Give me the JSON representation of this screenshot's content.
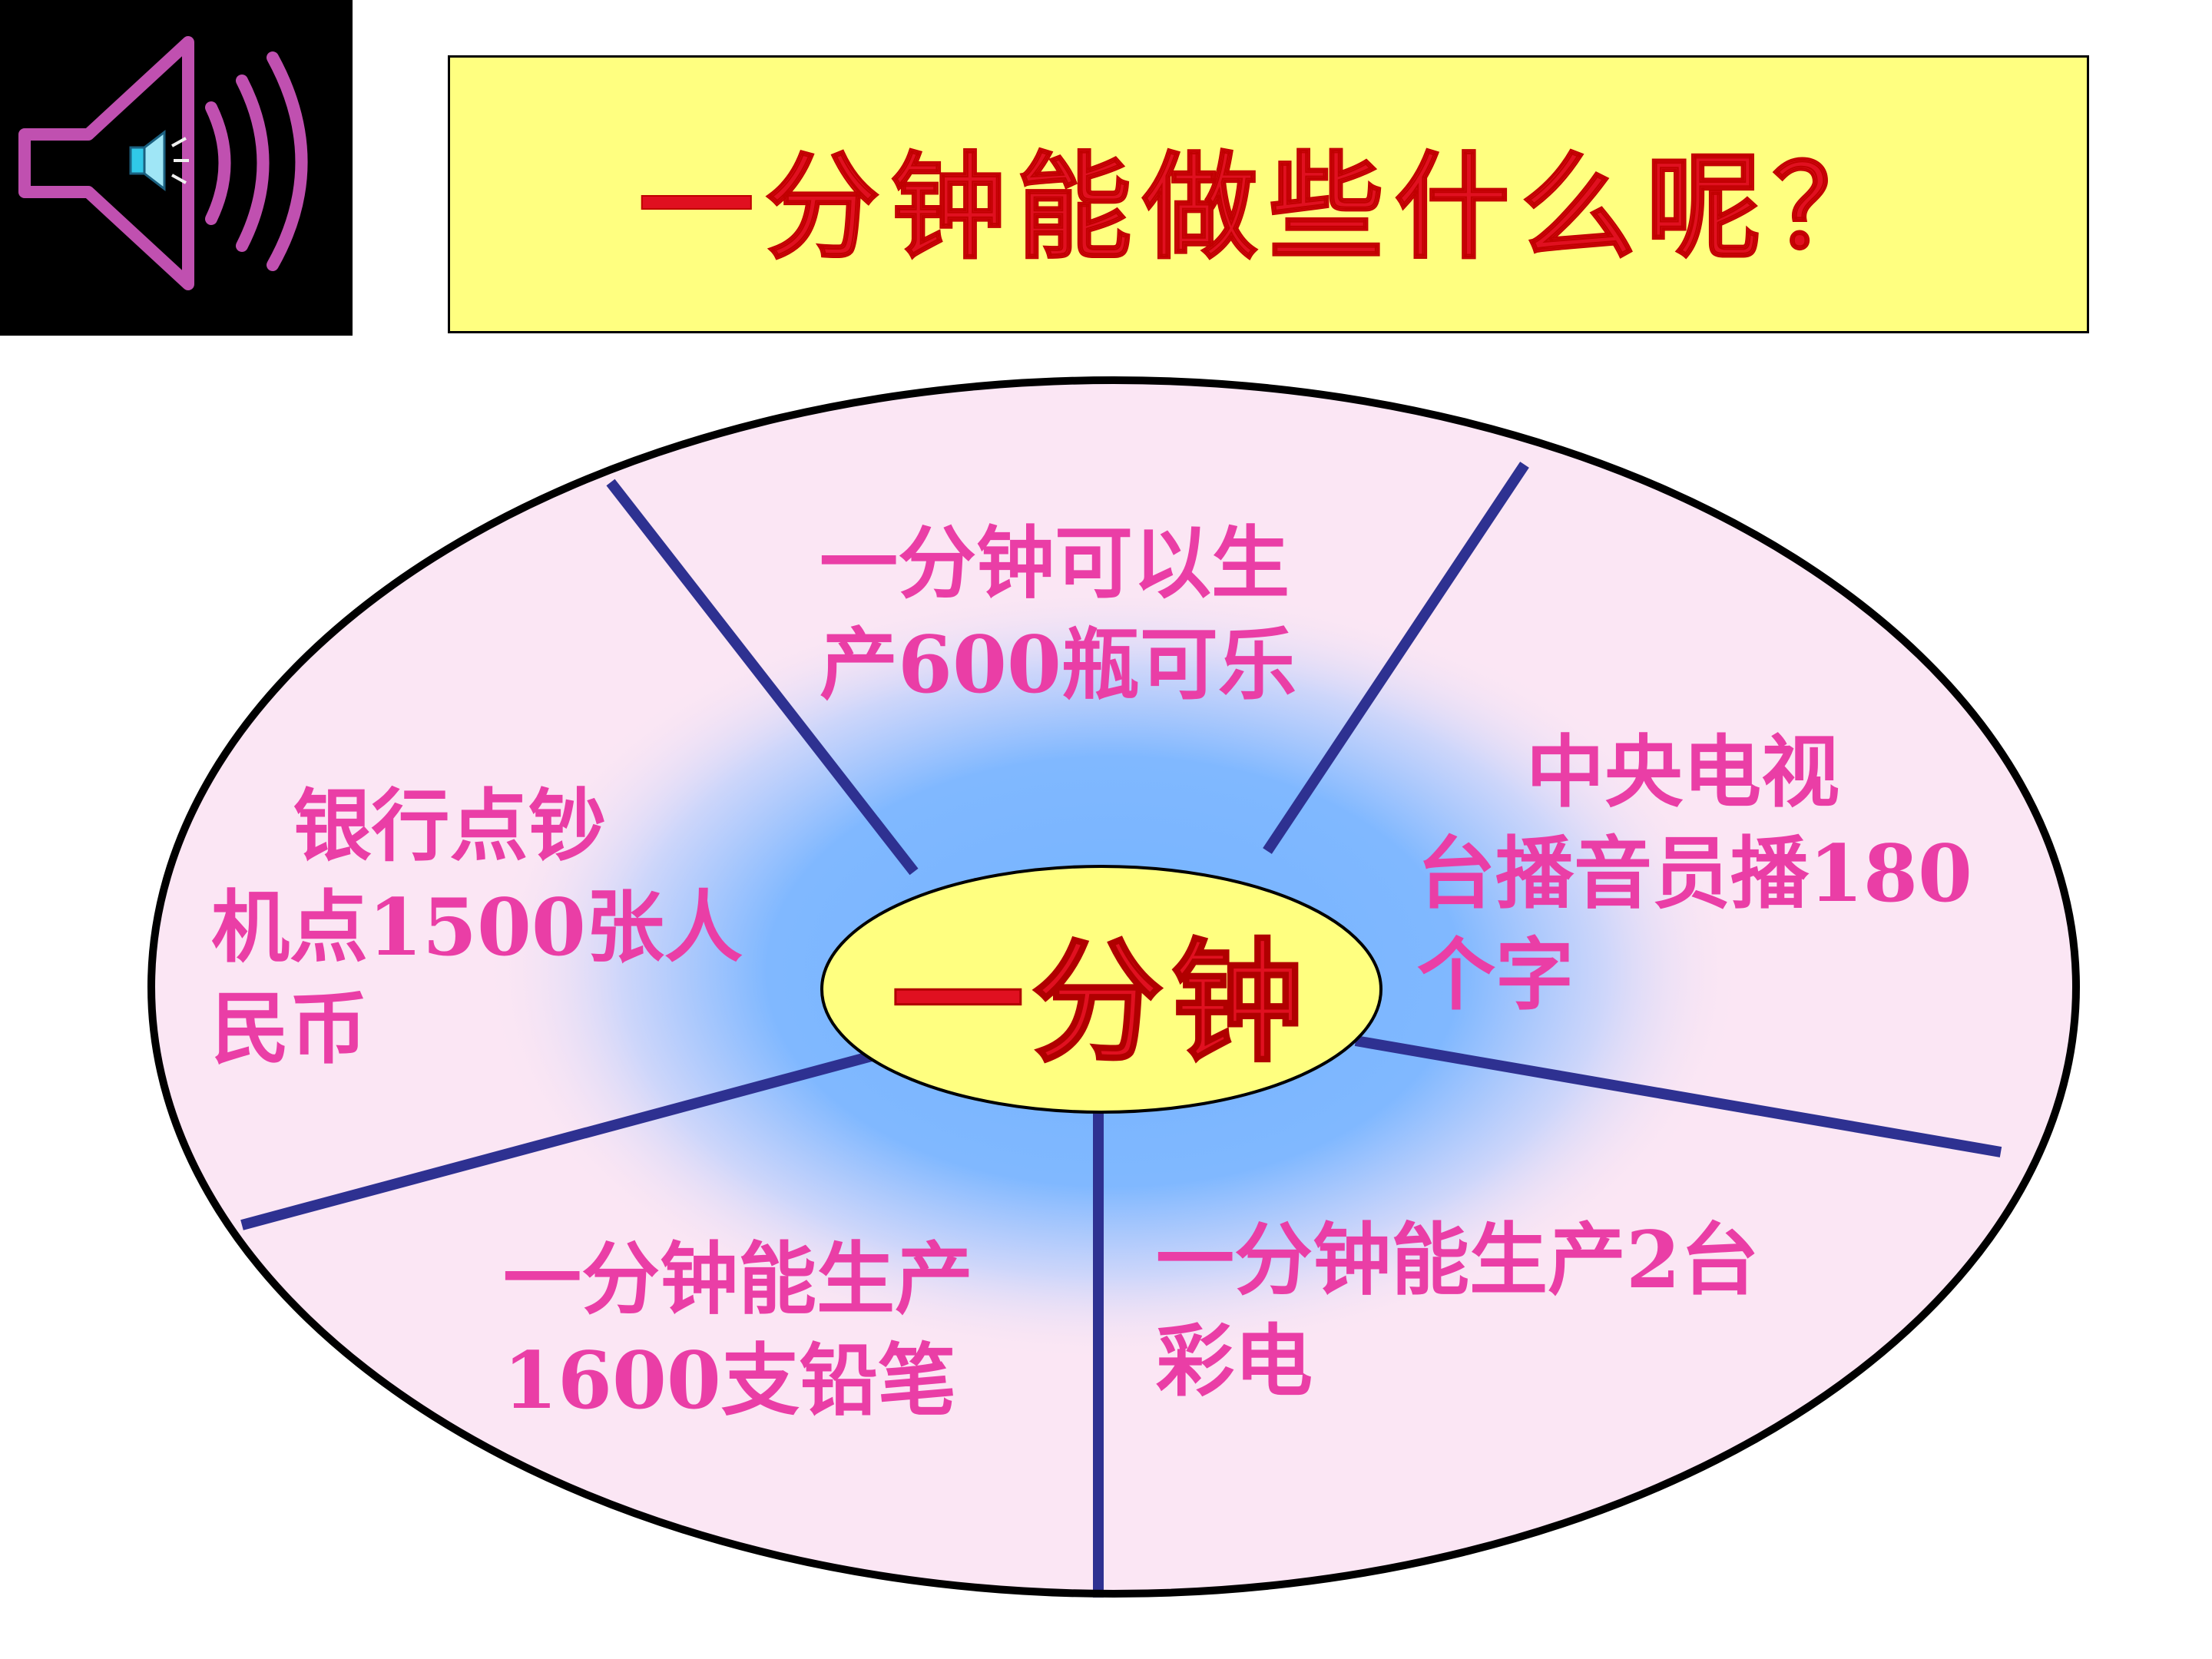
{
  "title": "一分钟能做些什么呢？",
  "center": "一分钟",
  "segments": {
    "top": "一分钟可以生\n产600瓶可乐",
    "right": "    中央电视\n台播音员播180\n个字",
    "bottom_right": "一分钟能生产2台\n彩电",
    "bottom_left": "一分钟能生产\n1600支铅笔",
    "left": "   银行点钞\n机点1500张人\n民币"
  },
  "icons": {
    "speaker": "speaker-icon"
  },
  "colors": {
    "title_bg": "#ffff80",
    "title_text": "#e01020",
    "region_text": "#ea3ea6",
    "divider": "#2e3191",
    "ellipse_fill": "#fbe6f4",
    "glow": "#74b3ff",
    "center_fill": "#ffff80"
  }
}
